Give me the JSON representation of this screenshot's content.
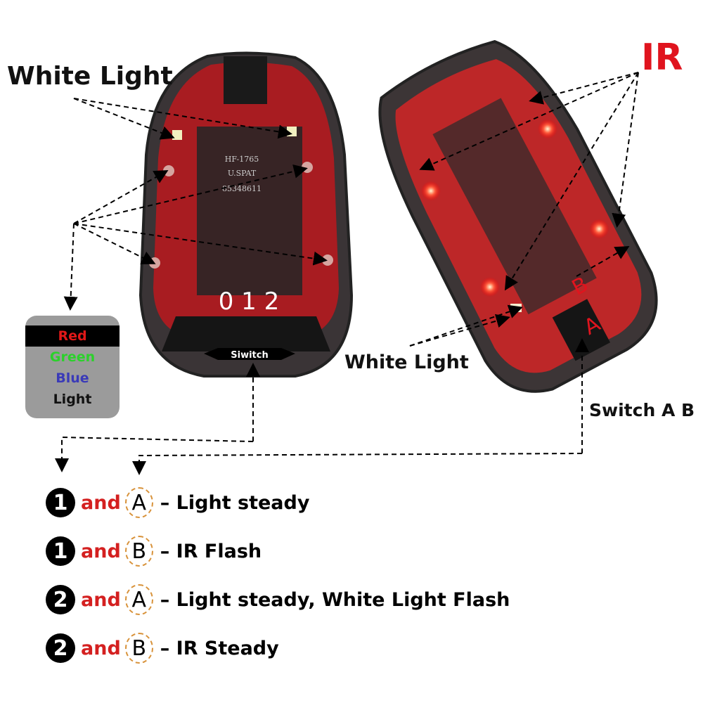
{
  "labels": {
    "white_light_top": "White Light",
    "ir": "IR",
    "white_light_right": "White Light",
    "switch_ab": "Switch A B",
    "siwitch": "Siwitch",
    "mode_digits": "0 1 2",
    "letter_b": "B",
    "letter_a": "A"
  },
  "device_left": {
    "markings": [
      "HF-1765",
      "U.SPAT",
      "85348611"
    ]
  },
  "legend": {
    "items": [
      {
        "label": "Red",
        "color": "#e01818"
      },
      {
        "label": "Green",
        "color": "#2bd12b"
      },
      {
        "label": "Blue",
        "color": "#3a3ab8"
      },
      {
        "label": "Light",
        "color": "#111111"
      }
    ]
  },
  "modes": [
    {
      "number": "1",
      "joiner": "and",
      "letter": "A",
      "description": "– Light steady"
    },
    {
      "number": "1",
      "joiner": "and",
      "letter": "B",
      "description": "– IR Flash"
    },
    {
      "number": "2",
      "joiner": "and",
      "letter": "A",
      "description": "– Light steady, White Light Flash"
    },
    {
      "number": "2",
      "joiner": "and",
      "letter": "B",
      "description": "– IR Steady"
    }
  ],
  "colors": {
    "accent_red": "#e0141e",
    "and_red": "#d42020",
    "dashed_circle": "#d8923a"
  }
}
